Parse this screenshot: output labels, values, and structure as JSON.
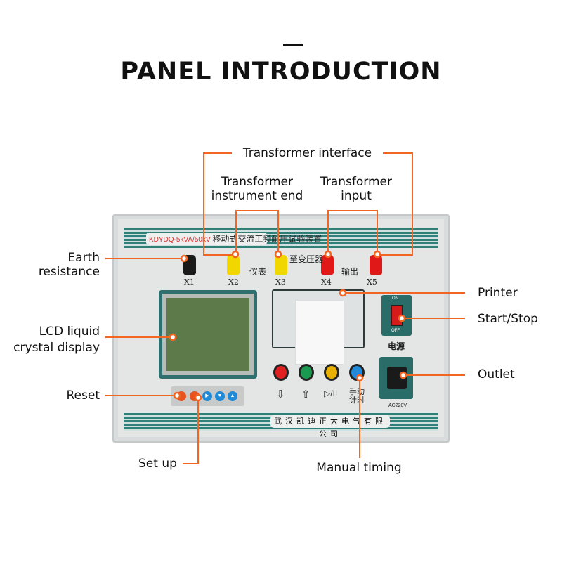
{
  "title": "PANEL INTRODUCTION",
  "device": {
    "model": "KDYDQ-5kVA/50kV",
    "model_name": "移动式交流工频耐压试验装置",
    "terminals": [
      "X1",
      "X2",
      "X3",
      "X4",
      "X5"
    ],
    "instrument_label": "仪表",
    "to_transformer_label": "至变压器",
    "output_label": "输出",
    "power_label": "电源",
    "switch_on": "ON",
    "switch_off": "OFF",
    "outlet_voltage": "AC220V",
    "manual_timing_label": "手动计时",
    "key_symbols": [
      "⇩",
      "⇧",
      "▷/II"
    ],
    "company": "武汉凯迪正大电气有限公司",
    "colors": {
      "accent": "#f26522",
      "teal": "#2f7f7a"
    }
  },
  "callouts": {
    "transformer_interface": "Transformer interface",
    "transformer_instrument_end": [
      "Transformer",
      "instrument end"
    ],
    "transformer_input": [
      "Transformer",
      "input"
    ],
    "earth_resistance": [
      "Earth",
      "resistance"
    ],
    "lcd": [
      "LCD liquid",
      "crystal display"
    ],
    "reset": "Reset",
    "set_up": "Set up",
    "manual_timing": "Manual timing",
    "printer": "Printer",
    "start_stop": "Start/Stop",
    "outlet": "Outlet"
  }
}
